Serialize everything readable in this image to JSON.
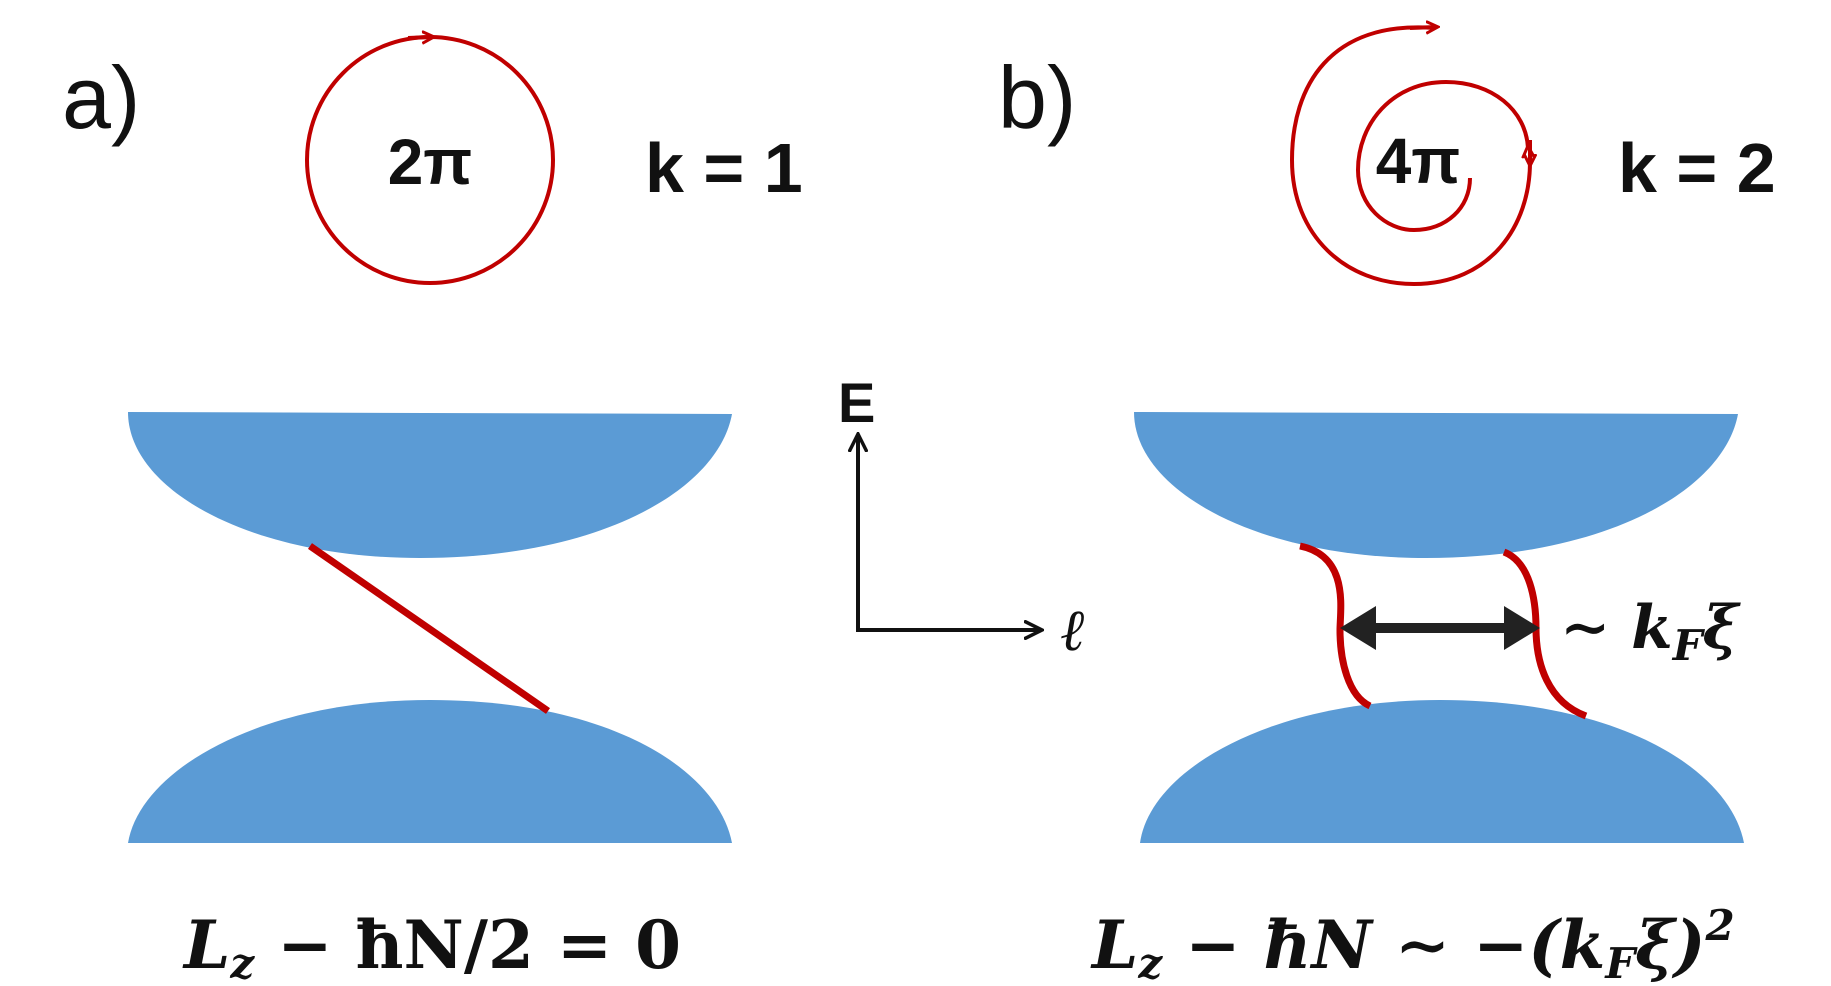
{
  "panel_a": {
    "label": "a)",
    "winding": "2π",
    "k": "k = 1",
    "equation": {
      "lhs_main": "L",
      "lhs_sub": "z",
      "rest": " − ħN/2 = 0"
    }
  },
  "panel_b": {
    "label": "b)",
    "winding": "4π",
    "k": "k = 2",
    "scale": {
      "tilde": "∼ ",
      "main": "k",
      "sub": "F",
      "tail": "ξ"
    },
    "equation": {
      "lhs_main": "L",
      "lhs_sub": "z",
      "mid": " − ħN ∼ −(k",
      "mid_sub": "F",
      "tail": "ξ)",
      "sup": "2"
    }
  },
  "axes": {
    "y_label": "E",
    "x_label": "ℓ"
  },
  "colors": {
    "band": "#5b9bd5",
    "spectral_flow": "#c00000",
    "arrow": "#222222"
  }
}
